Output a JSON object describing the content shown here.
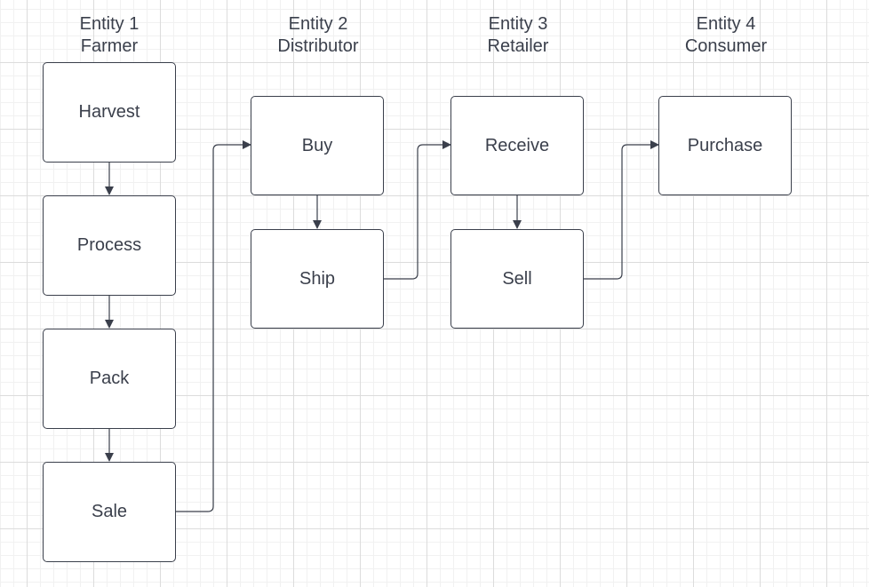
{
  "headers": [
    {
      "entity": "Entity 1",
      "role": "Farmer"
    },
    {
      "entity": "Entity 2",
      "role": "Distributor"
    },
    {
      "entity": "Entity 3",
      "role": "Retailer"
    },
    {
      "entity": "Entity 4",
      "role": "Consumer"
    }
  ],
  "nodes": {
    "harvest": "Harvest",
    "process": "Process",
    "pack": "Pack",
    "sale": "Sale",
    "buy": "Buy",
    "ship": "Ship",
    "receive": "Receive",
    "sell": "Sell",
    "purchase": "Purchase"
  },
  "connectors": [
    {
      "from": "harvest",
      "to": "process"
    },
    {
      "from": "process",
      "to": "pack"
    },
    {
      "from": "pack",
      "to": "sale"
    },
    {
      "from": "sale",
      "to": "buy"
    },
    {
      "from": "buy",
      "to": "ship"
    },
    {
      "from": "ship",
      "to": "receive"
    },
    {
      "from": "receive",
      "to": "sell"
    },
    {
      "from": "sell",
      "to": "purchase"
    }
  ],
  "colors": {
    "stroke": "#3a3f4b",
    "grid": "#dcdcdc",
    "background": "#ffffff"
  }
}
